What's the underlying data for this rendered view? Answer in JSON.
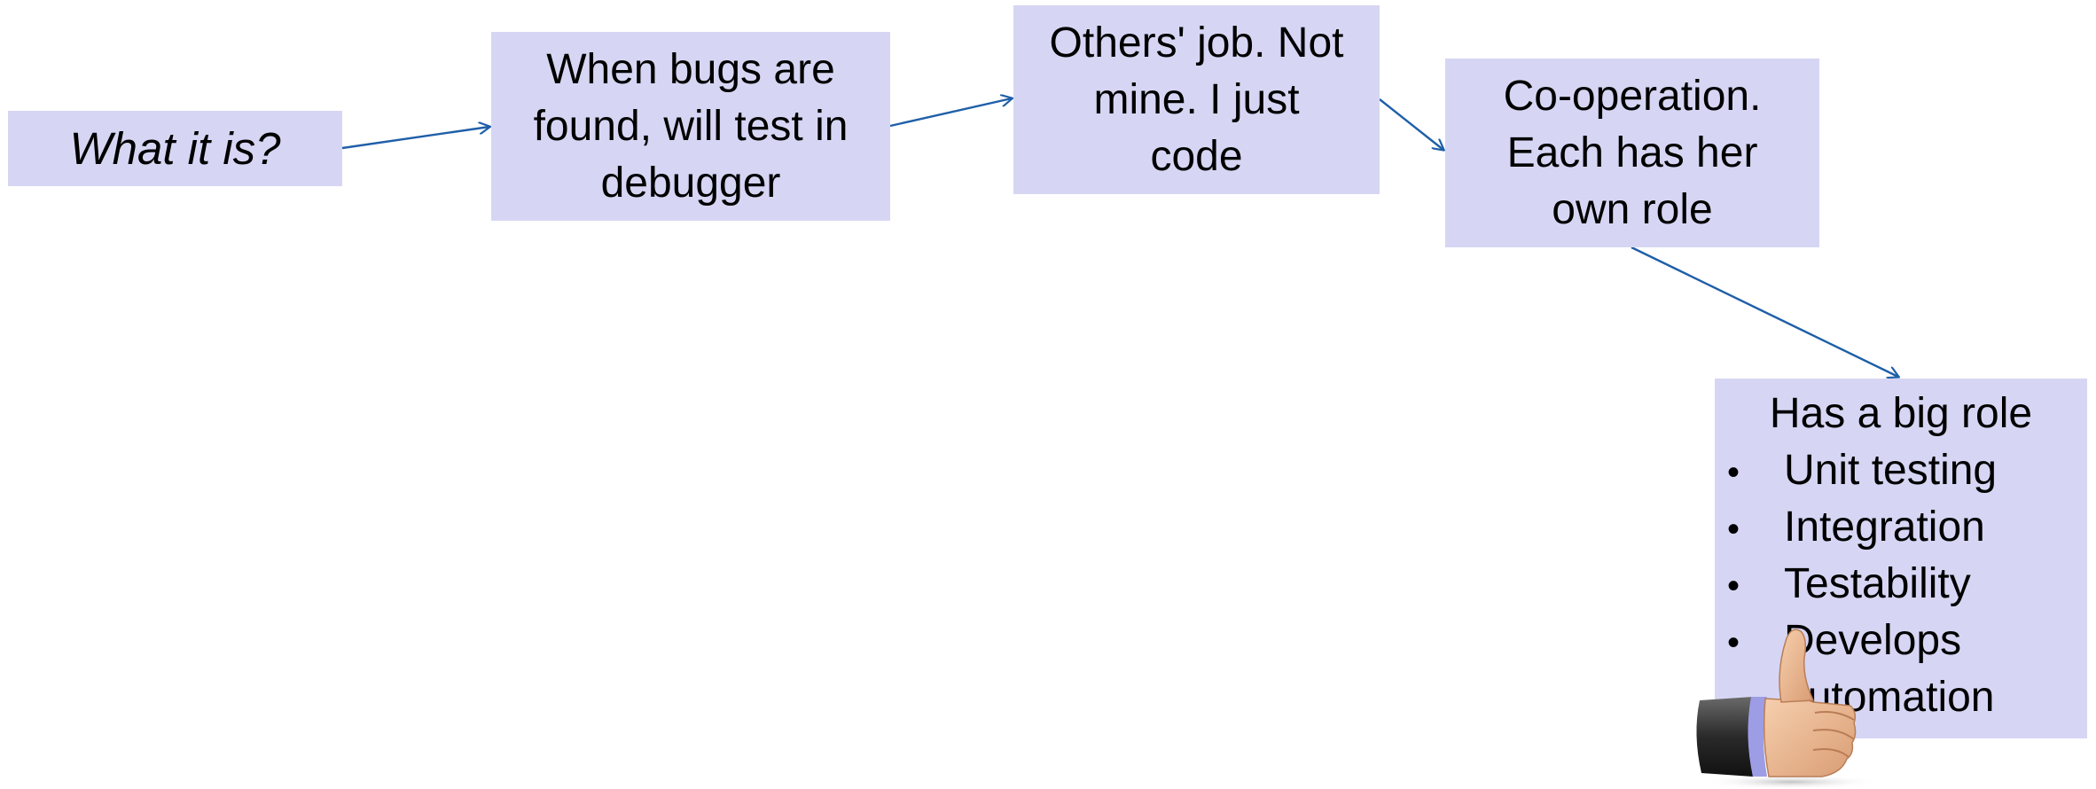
{
  "nodes": {
    "what_it_is": {
      "text": "What it is?"
    },
    "bugs_found": {
      "lines": [
        "When bugs are",
        "found, will test in",
        "debugger"
      ]
    },
    "others_job": {
      "lines": [
        "Others' job. Not",
        "mine. I just",
        "code"
      ]
    },
    "cooperation": {
      "lines": [
        "Co-operation.",
        "Each has her",
        "own role"
      ]
    },
    "big_role": {
      "heading": "Has a big role",
      "bullet_char": "•",
      "bullets": [
        "Unit testing",
        "Integration",
        "Testability",
        "Develops",
        "automation"
      ]
    }
  },
  "colors": {
    "box_fill": "#d6d6f4",
    "connector": "#1f5fa8",
    "text": "#000000"
  },
  "decorations": [
    "thumbs-up-icon"
  ]
}
